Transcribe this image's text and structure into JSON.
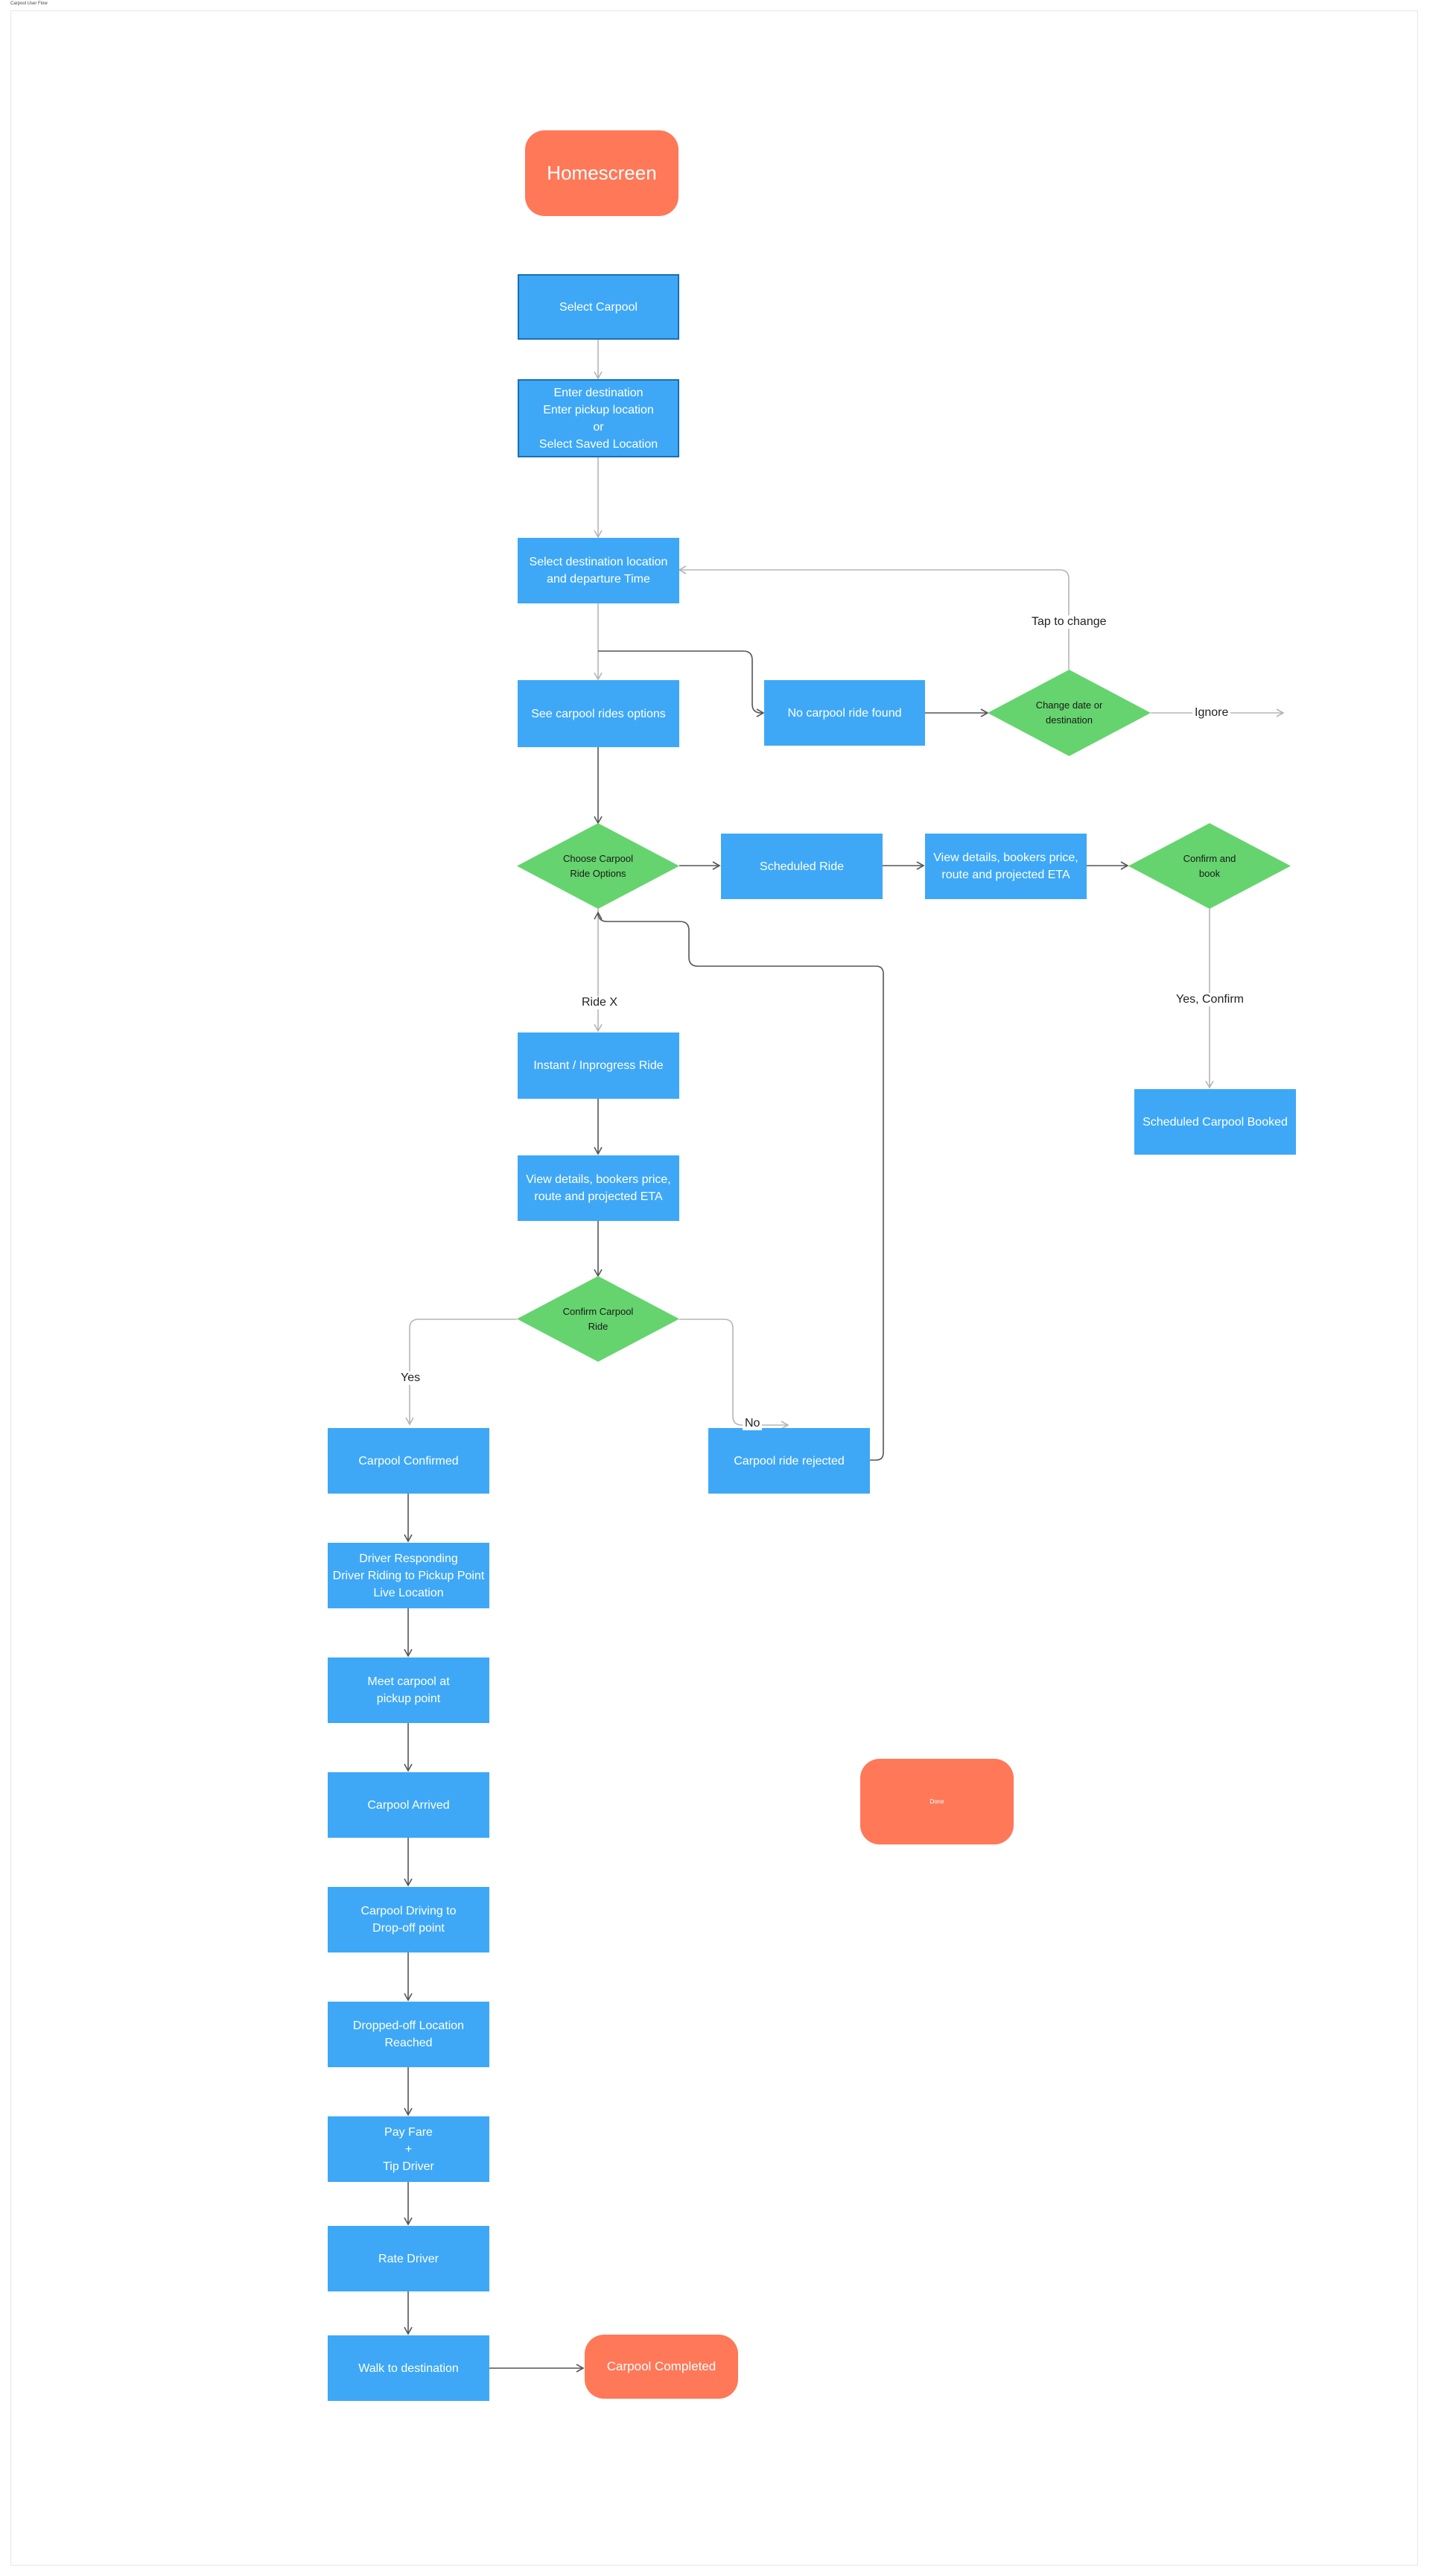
{
  "frame_label": "Carpool User Flow",
  "nodes": {
    "homescreen": "Homescreen",
    "select_carpool": "Select Carpool",
    "enter_destination": "Enter destination\nEnter pickup location\nor\nSelect Saved Location",
    "select_destination_time": "Select destination location\nand departure Time",
    "see_options": "See carpool rides options",
    "no_ride_found": "No carpool ride found",
    "change_date": "Change date  or\ndestination",
    "choose_options": "Choose Carpool\nRide Options",
    "scheduled_ride": "Scheduled Ride",
    "view_details_scheduled": "View details, bookers price,\nroute and projected ETA",
    "confirm_book": "Confirm and\nbook",
    "scheduled_booked": "Scheduled Carpool Booked",
    "instant_ride": "Instant / Inprogress Ride",
    "view_details_instant": "View details, bookers price,\nroute and projected ETA",
    "confirm_carpool": "Confirm Carpool\nRide",
    "carpool_confirmed": "Carpool Confirmed",
    "carpool_rejected": "Carpool ride rejected",
    "driver_responding": "Driver Responding\nDriver Riding to Pickup Point\nLive Location",
    "meet_carpool": "Meet carpool at\npickup point",
    "carpool_arrived": "Carpool Arrived",
    "driving_dropoff": "Carpool Driving to\nDrop-off point",
    "dropoff_reached": "Dropped-off Location\nReached",
    "pay_fare": "Pay Fare\n+\nTip Driver",
    "rate_driver": "Rate Driver",
    "walk_destination": "Walk to destination",
    "carpool_completed": "Carpool Completed",
    "done": "Done"
  },
  "edge_labels": {
    "tap_to_change": "Tap to change",
    "ignore": "Ignore",
    "ride_x": "Ride X",
    "yes_confirm": "Yes, Confirm",
    "yes": "Yes",
    "no": "No"
  },
  "colors": {
    "process": "#3ea8f7",
    "decision": "#65d46e",
    "terminal": "#ff7858",
    "connector": "#555555",
    "connector_light": "#b5b5b5"
  }
}
